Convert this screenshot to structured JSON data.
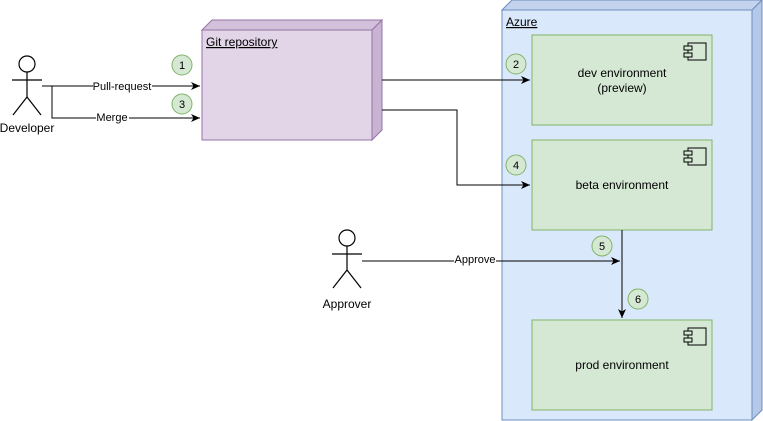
{
  "actors": {
    "developer": "Developer",
    "approver": "Approver"
  },
  "git_repo": {
    "label": "Git repository"
  },
  "azure": {
    "label": "Azure"
  },
  "environments": {
    "dev_line1": "dev environment",
    "dev_line2": "(preview)",
    "beta": "beta environment",
    "prod": "prod environment"
  },
  "edges": {
    "pull_request": "Pull-request",
    "merge": "Merge",
    "approve": "Approve"
  },
  "steps": [
    "1",
    "2",
    "3",
    "4",
    "5",
    "6"
  ],
  "colors": {
    "stroke": "#000000",
    "repo_fill": "#e1d5e7",
    "repo_stroke": "#9673a6",
    "azure_fill": "#dae8fc",
    "azure_stroke": "#6c8ebf",
    "env_fill": "#d5e8d4",
    "env_stroke": "#82b366"
  }
}
